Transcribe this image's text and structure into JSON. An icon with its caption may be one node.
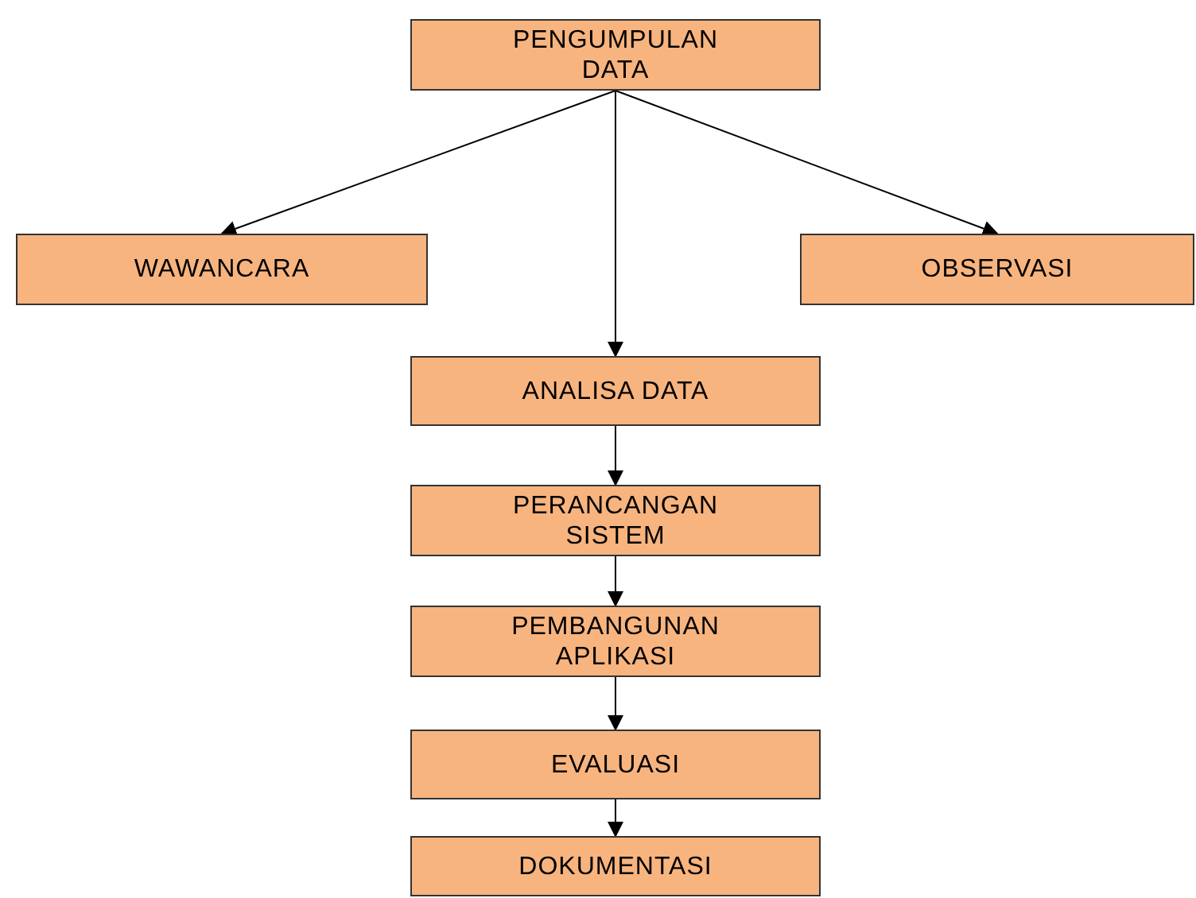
{
  "diagram": {
    "nodes": [
      {
        "text": [
          "PENGUMPULAN DATA"
        ]
      },
      {
        "text": [
          "WAWANCARA"
        ]
      },
      {
        "text": [
          "OBSERVASI"
        ]
      },
      {
        "text": [
          "ANALISA DATA"
        ]
      },
      {
        "text": [
          "PERANCANGAN SISTEM"
        ]
      },
      {
        "text": [
          "PEMBANGUNAN APLIKASI"
        ]
      },
      {
        "text": [
          "EVALUASI"
        ]
      },
      {
        "text": [
          "DOKUMENTASI"
        ]
      }
    ],
    "edges": [
      {
        "from": 0,
        "to": 1,
        "arrow": "to"
      },
      {
        "from": 0,
        "to": 3,
        "arrow": "to"
      },
      {
        "from": 0,
        "to": 2,
        "arrow": "to"
      },
      {
        "from": 3,
        "to": 4,
        "arrow": "to"
      },
      {
        "from": 4,
        "to": 5,
        "arrow": "to"
      },
      {
        "from": 5,
        "to": 6,
        "arrow": "to"
      },
      {
        "from": 6,
        "to": 7,
        "arrow": "to"
      }
    ]
  }
}
